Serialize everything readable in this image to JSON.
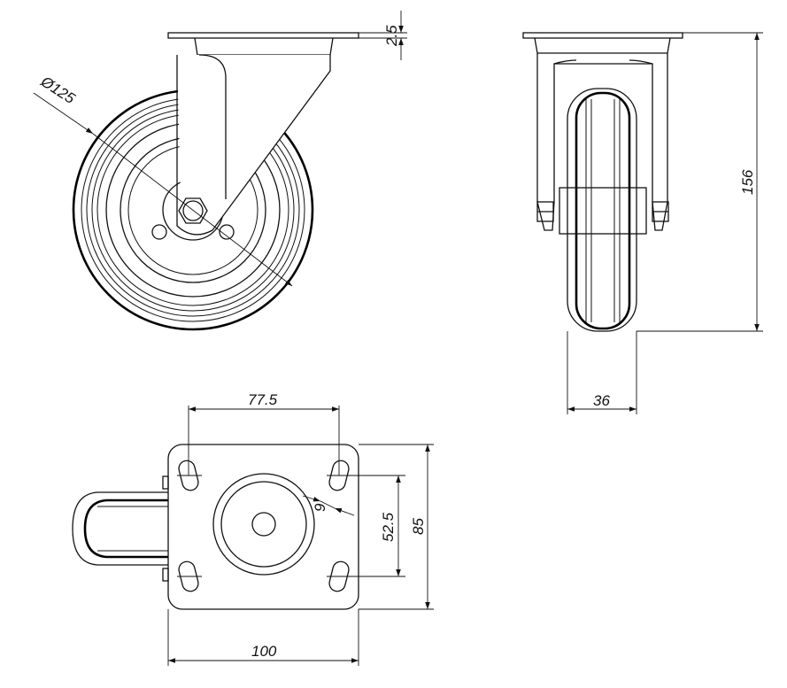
{
  "drawing": {
    "views": [
      "front-view",
      "side-view",
      "top-view"
    ],
    "dimensions": {
      "wheel_diameter": "Ø125",
      "plate_thickness": "2.5",
      "total_height": "156",
      "wheel_width": "36",
      "hole_spacing_x": "77.5",
      "plate_width": "100",
      "hole_spacing_y": "52.5",
      "plate_length": "85",
      "slot_width": "9"
    },
    "colors": {
      "line": "#111111",
      "background": "#ffffff"
    }
  }
}
